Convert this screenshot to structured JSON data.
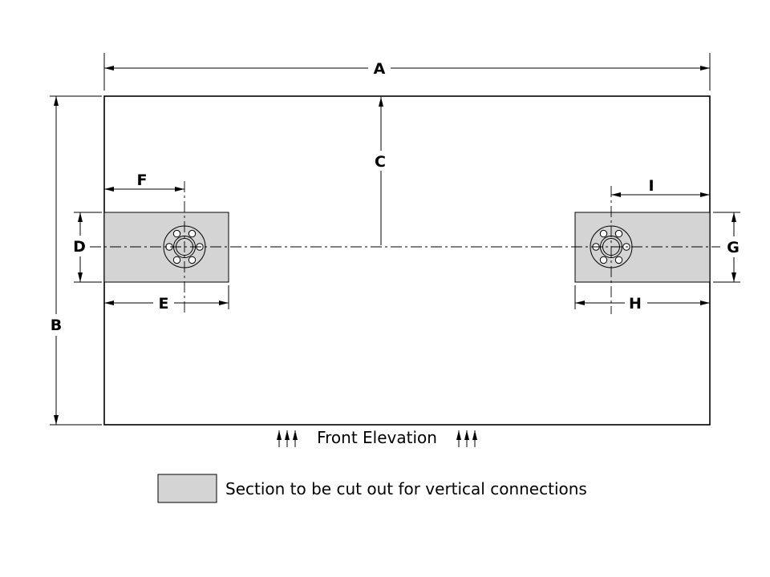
{
  "drawing": {
    "dim_labels": {
      "A": "A",
      "B": "B",
      "C": "C",
      "D": "D",
      "E": "E",
      "F": "F",
      "G": "G",
      "H": "H",
      "I": "I"
    },
    "front_elevation_label": "Front Elevation",
    "legend_text": "Section  to be cut out for vertical connections"
  },
  "colors": {
    "section_fill": "#d4d4d4",
    "line": "#000000",
    "background": "#ffffff"
  }
}
